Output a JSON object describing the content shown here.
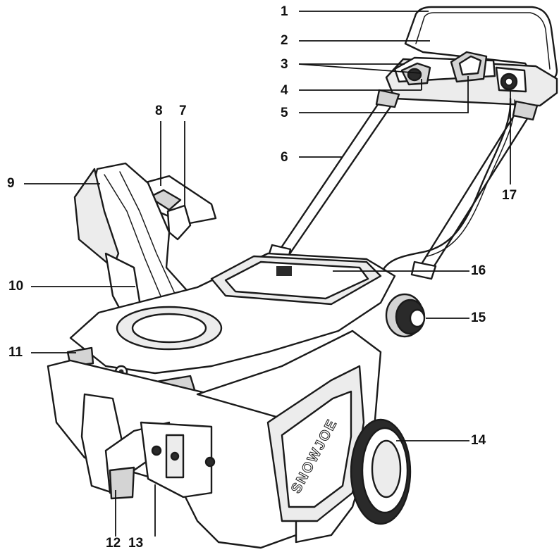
{
  "diagram": {
    "brand_text": "SNOWJOE",
    "callouts": [
      {
        "id": "1",
        "label": "1"
      },
      {
        "id": "2",
        "label": "2"
      },
      {
        "id": "3",
        "label": "3"
      },
      {
        "id": "4",
        "label": "4"
      },
      {
        "id": "5",
        "label": "5"
      },
      {
        "id": "6",
        "label": "6"
      },
      {
        "id": "7",
        "label": "7"
      },
      {
        "id": "8",
        "label": "8"
      },
      {
        "id": "9",
        "label": "9"
      },
      {
        "id": "10",
        "label": "10"
      },
      {
        "id": "11",
        "label": "11"
      },
      {
        "id": "12",
        "label": "12"
      },
      {
        "id": "13",
        "label": "13"
      },
      {
        "id": "14",
        "label": "14"
      },
      {
        "id": "15",
        "label": "15"
      },
      {
        "id": "16",
        "label": "16"
      },
      {
        "id": "17",
        "label": "17"
      }
    ]
  }
}
